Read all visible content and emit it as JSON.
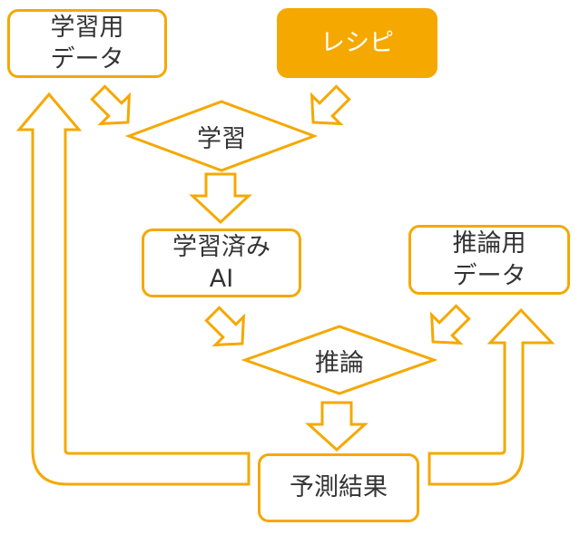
{
  "nodes": {
    "training_data": {
      "line1": "学習用",
      "line2": "データ"
    },
    "recipe": {
      "label": "レシピ"
    },
    "train": {
      "label": "学習"
    },
    "trained_ai": {
      "line1": "学習済み",
      "line2": "AI"
    },
    "inference_data": {
      "line1": "推論用",
      "line2": "データ"
    },
    "infer": {
      "label": "推論"
    },
    "prediction": {
      "label": "予測結果"
    }
  },
  "colors": {
    "accent": "#f5a800",
    "text": "#333333",
    "background": "#ffffff"
  }
}
